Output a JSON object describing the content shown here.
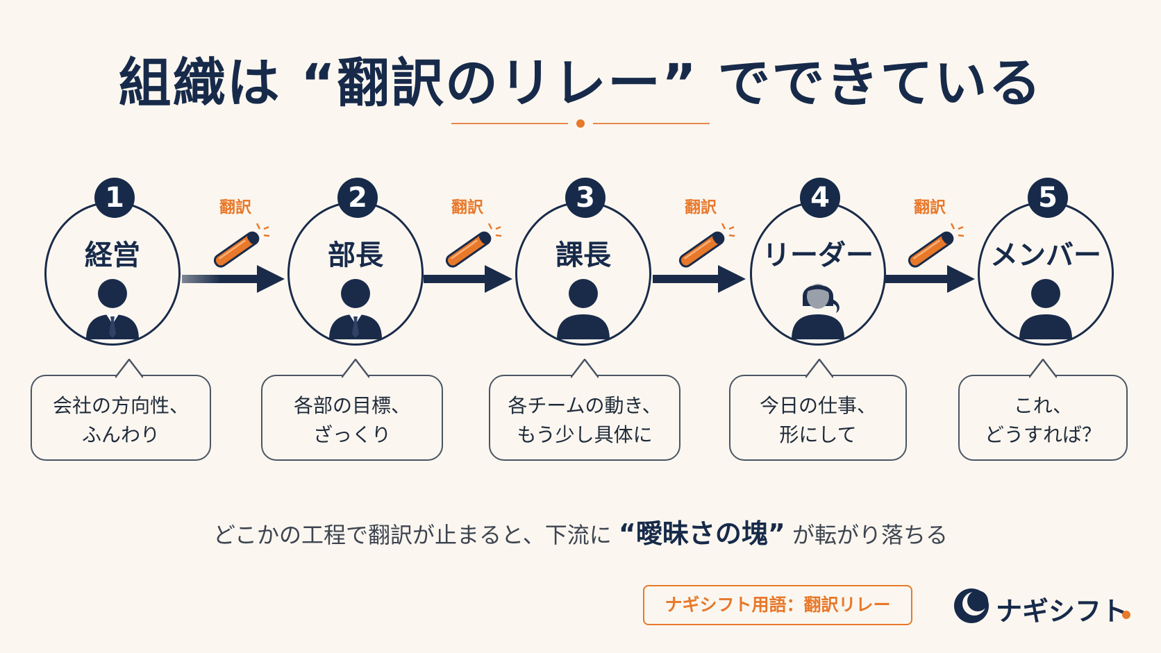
{
  "title": "組織は “翻訳のリレー” でできている",
  "stages": [
    {
      "number": "1",
      "label": "経営",
      "bubble_line1": "会社の方向性、",
      "bubble_line2": "ふんわり"
    },
    {
      "number": "2",
      "label": "部長",
      "bubble_line1": "各部の目標、",
      "bubble_line2": "ざっくり"
    },
    {
      "number": "3",
      "label": "課長",
      "bubble_line1": "各チームの動き、",
      "bubble_line2": "もう少し具体に"
    },
    {
      "number": "4",
      "label": "リーダー",
      "bubble_line1": "今日の仕事、",
      "bubble_line2": "形にして"
    },
    {
      "number": "5",
      "label": "メンバー",
      "bubble_line1": "これ、",
      "bubble_line2": "どうすれば？"
    }
  ],
  "batons": [
    {
      "label": "翻訳"
    },
    {
      "label": "翻訳"
    },
    {
      "label": "翻訳"
    },
    {
      "label": "翻訳"
    }
  ],
  "footnote": {
    "before": "どこかの工程で翻訳が止まると、下流に ",
    "emphasis": "“曖昧さの塊”",
    "after": " が転がり落ちる"
  },
  "tag": "ナギシフト用語：翻訳リレー",
  "logo": "ナギシフト",
  "colors": {
    "navy": "#172a4a",
    "orange": "#e8782a",
    "background": "#fbf7f0"
  },
  "icons": [
    "person-suit-icon",
    "person-icon",
    "person-woman-icon",
    "baton-icon",
    "arrow-right-icon",
    "logo-moon-icon"
  ]
}
